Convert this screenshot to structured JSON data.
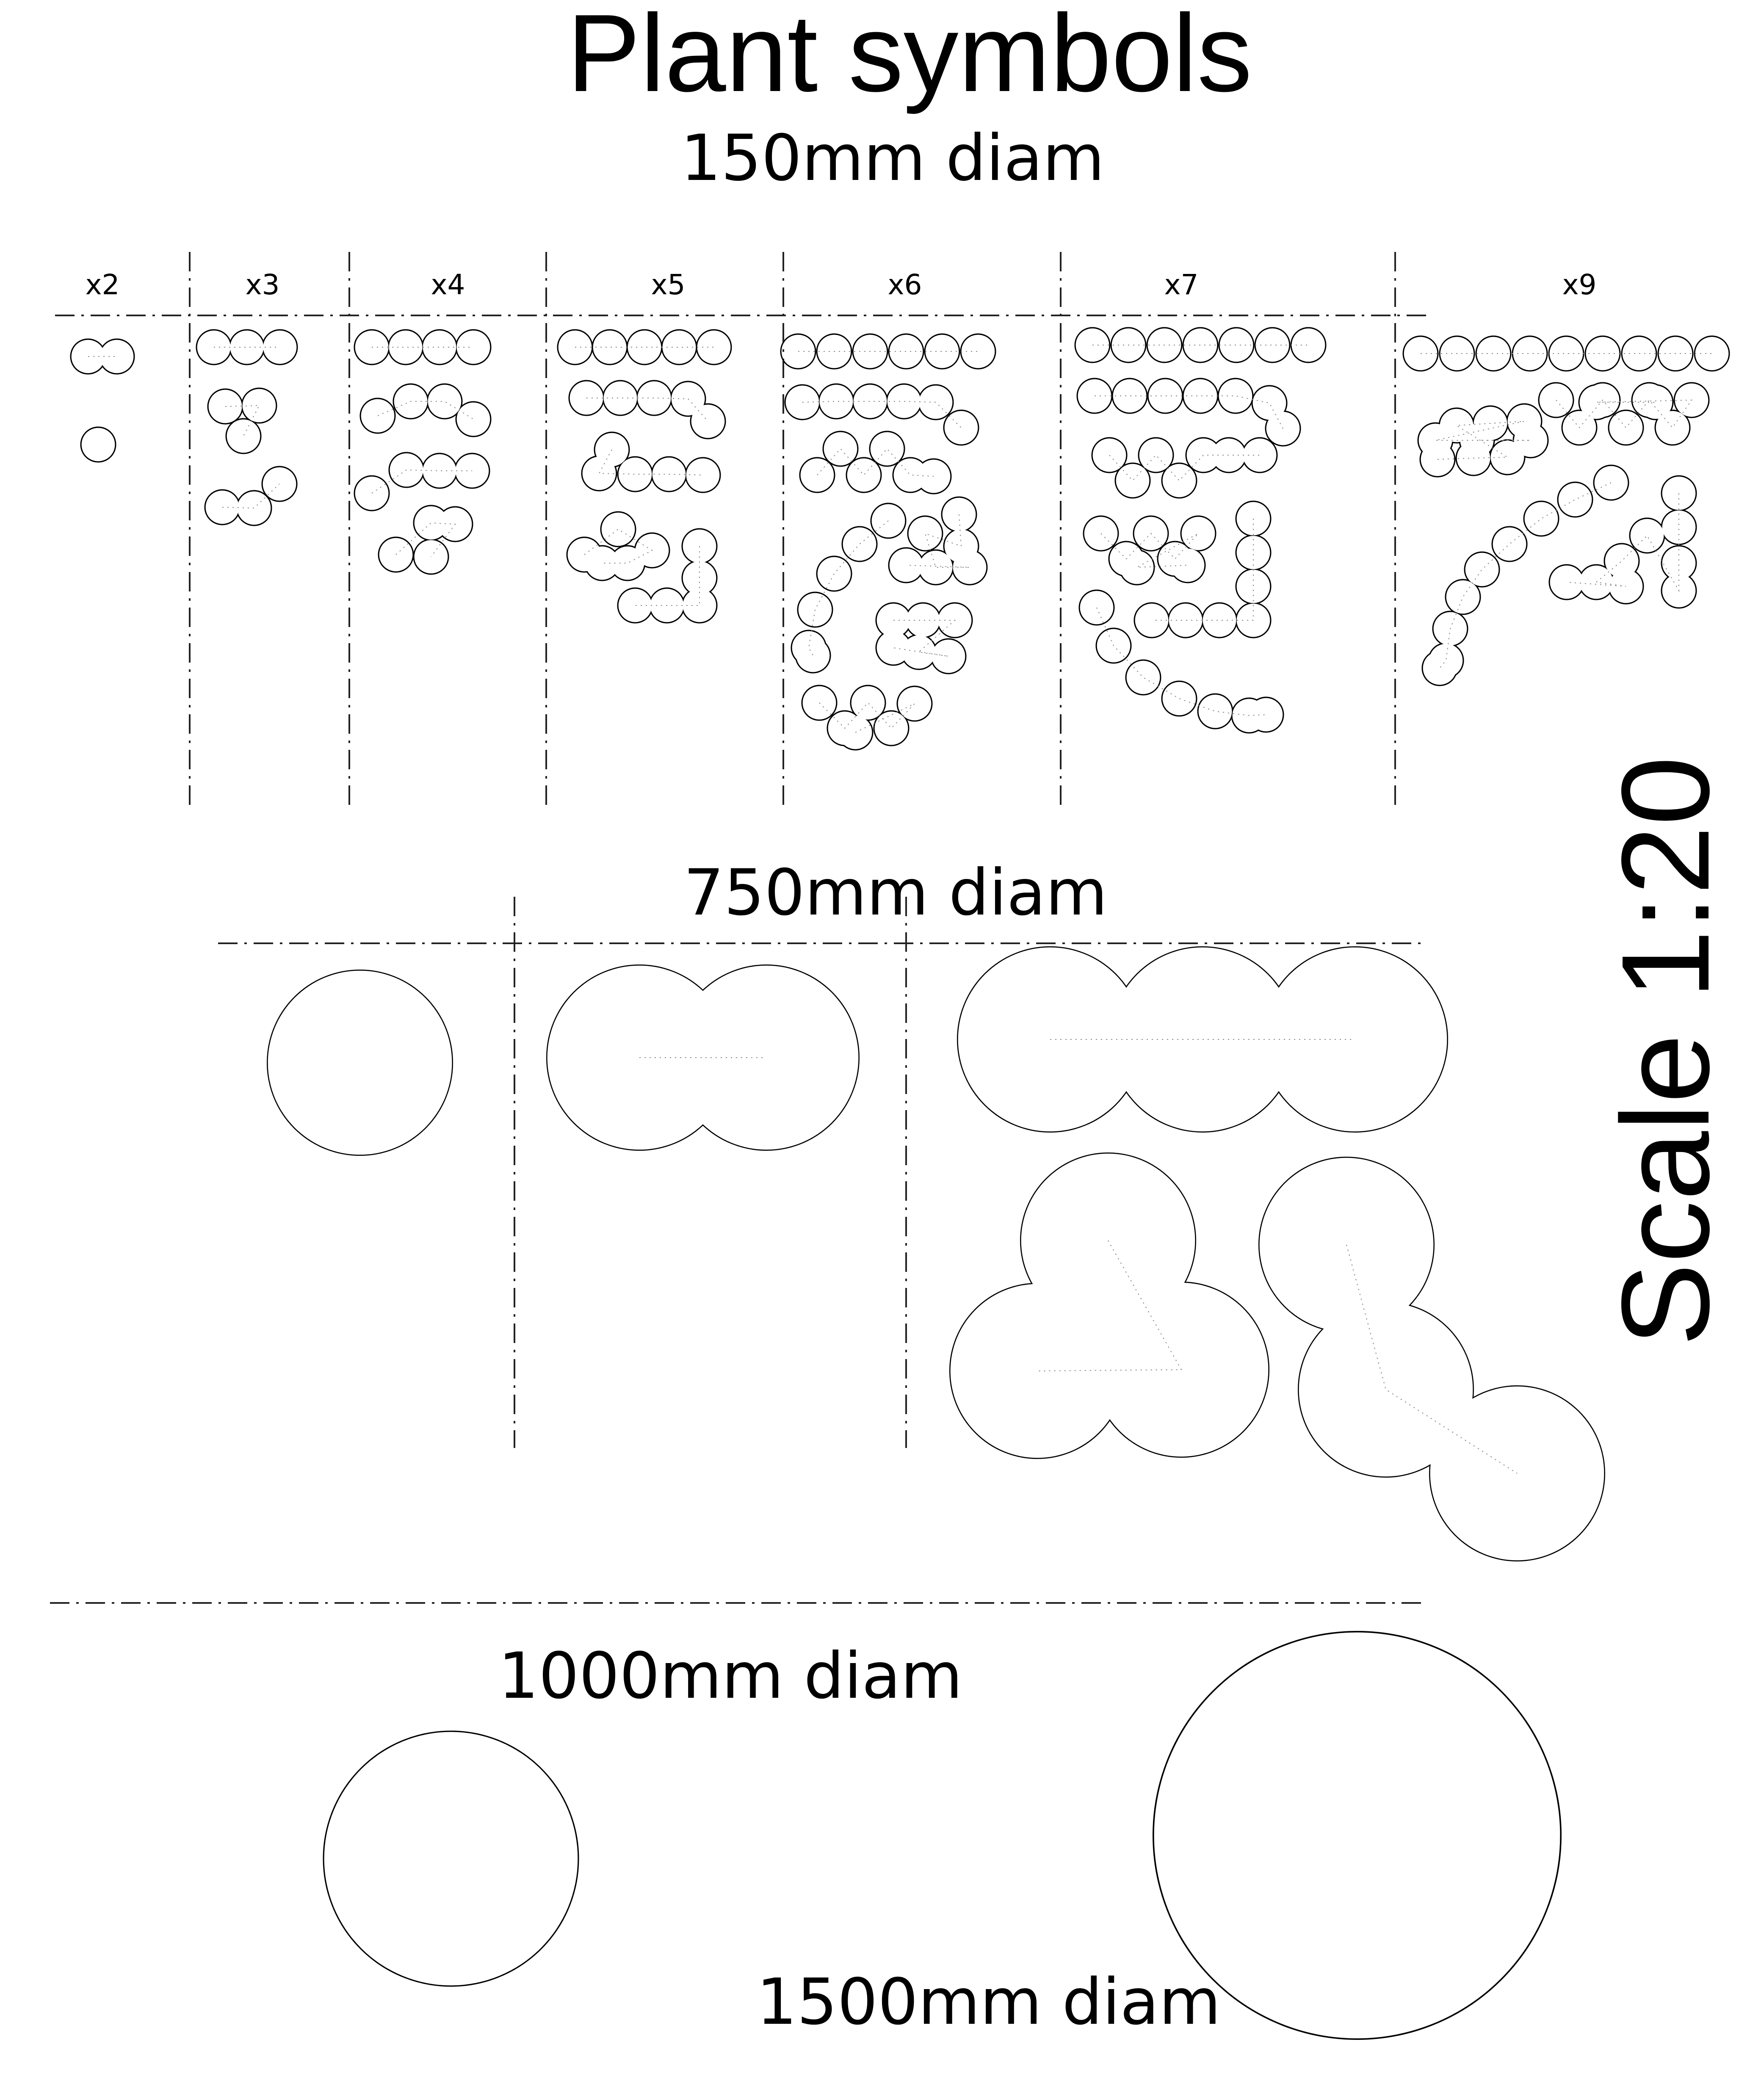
{
  "sheet": {
    "title": "Plant symbols",
    "scale_label": "Scale 1:20"
  },
  "sections": {
    "s150": {
      "heading": "150mm diam"
    },
    "s750": {
      "heading": "750mm diam"
    },
    "s1000": {
      "heading": "1000mm diam"
    },
    "s1500": {
      "heading": "1500mm diam"
    }
  },
  "groups_150": [
    {
      "label": "x2"
    },
    {
      "label": "x3"
    },
    {
      "label": "x4"
    },
    {
      "label": "x5"
    },
    {
      "label": "x6"
    },
    {
      "label": "x7"
    },
    {
      "label": "x9"
    }
  ]
}
